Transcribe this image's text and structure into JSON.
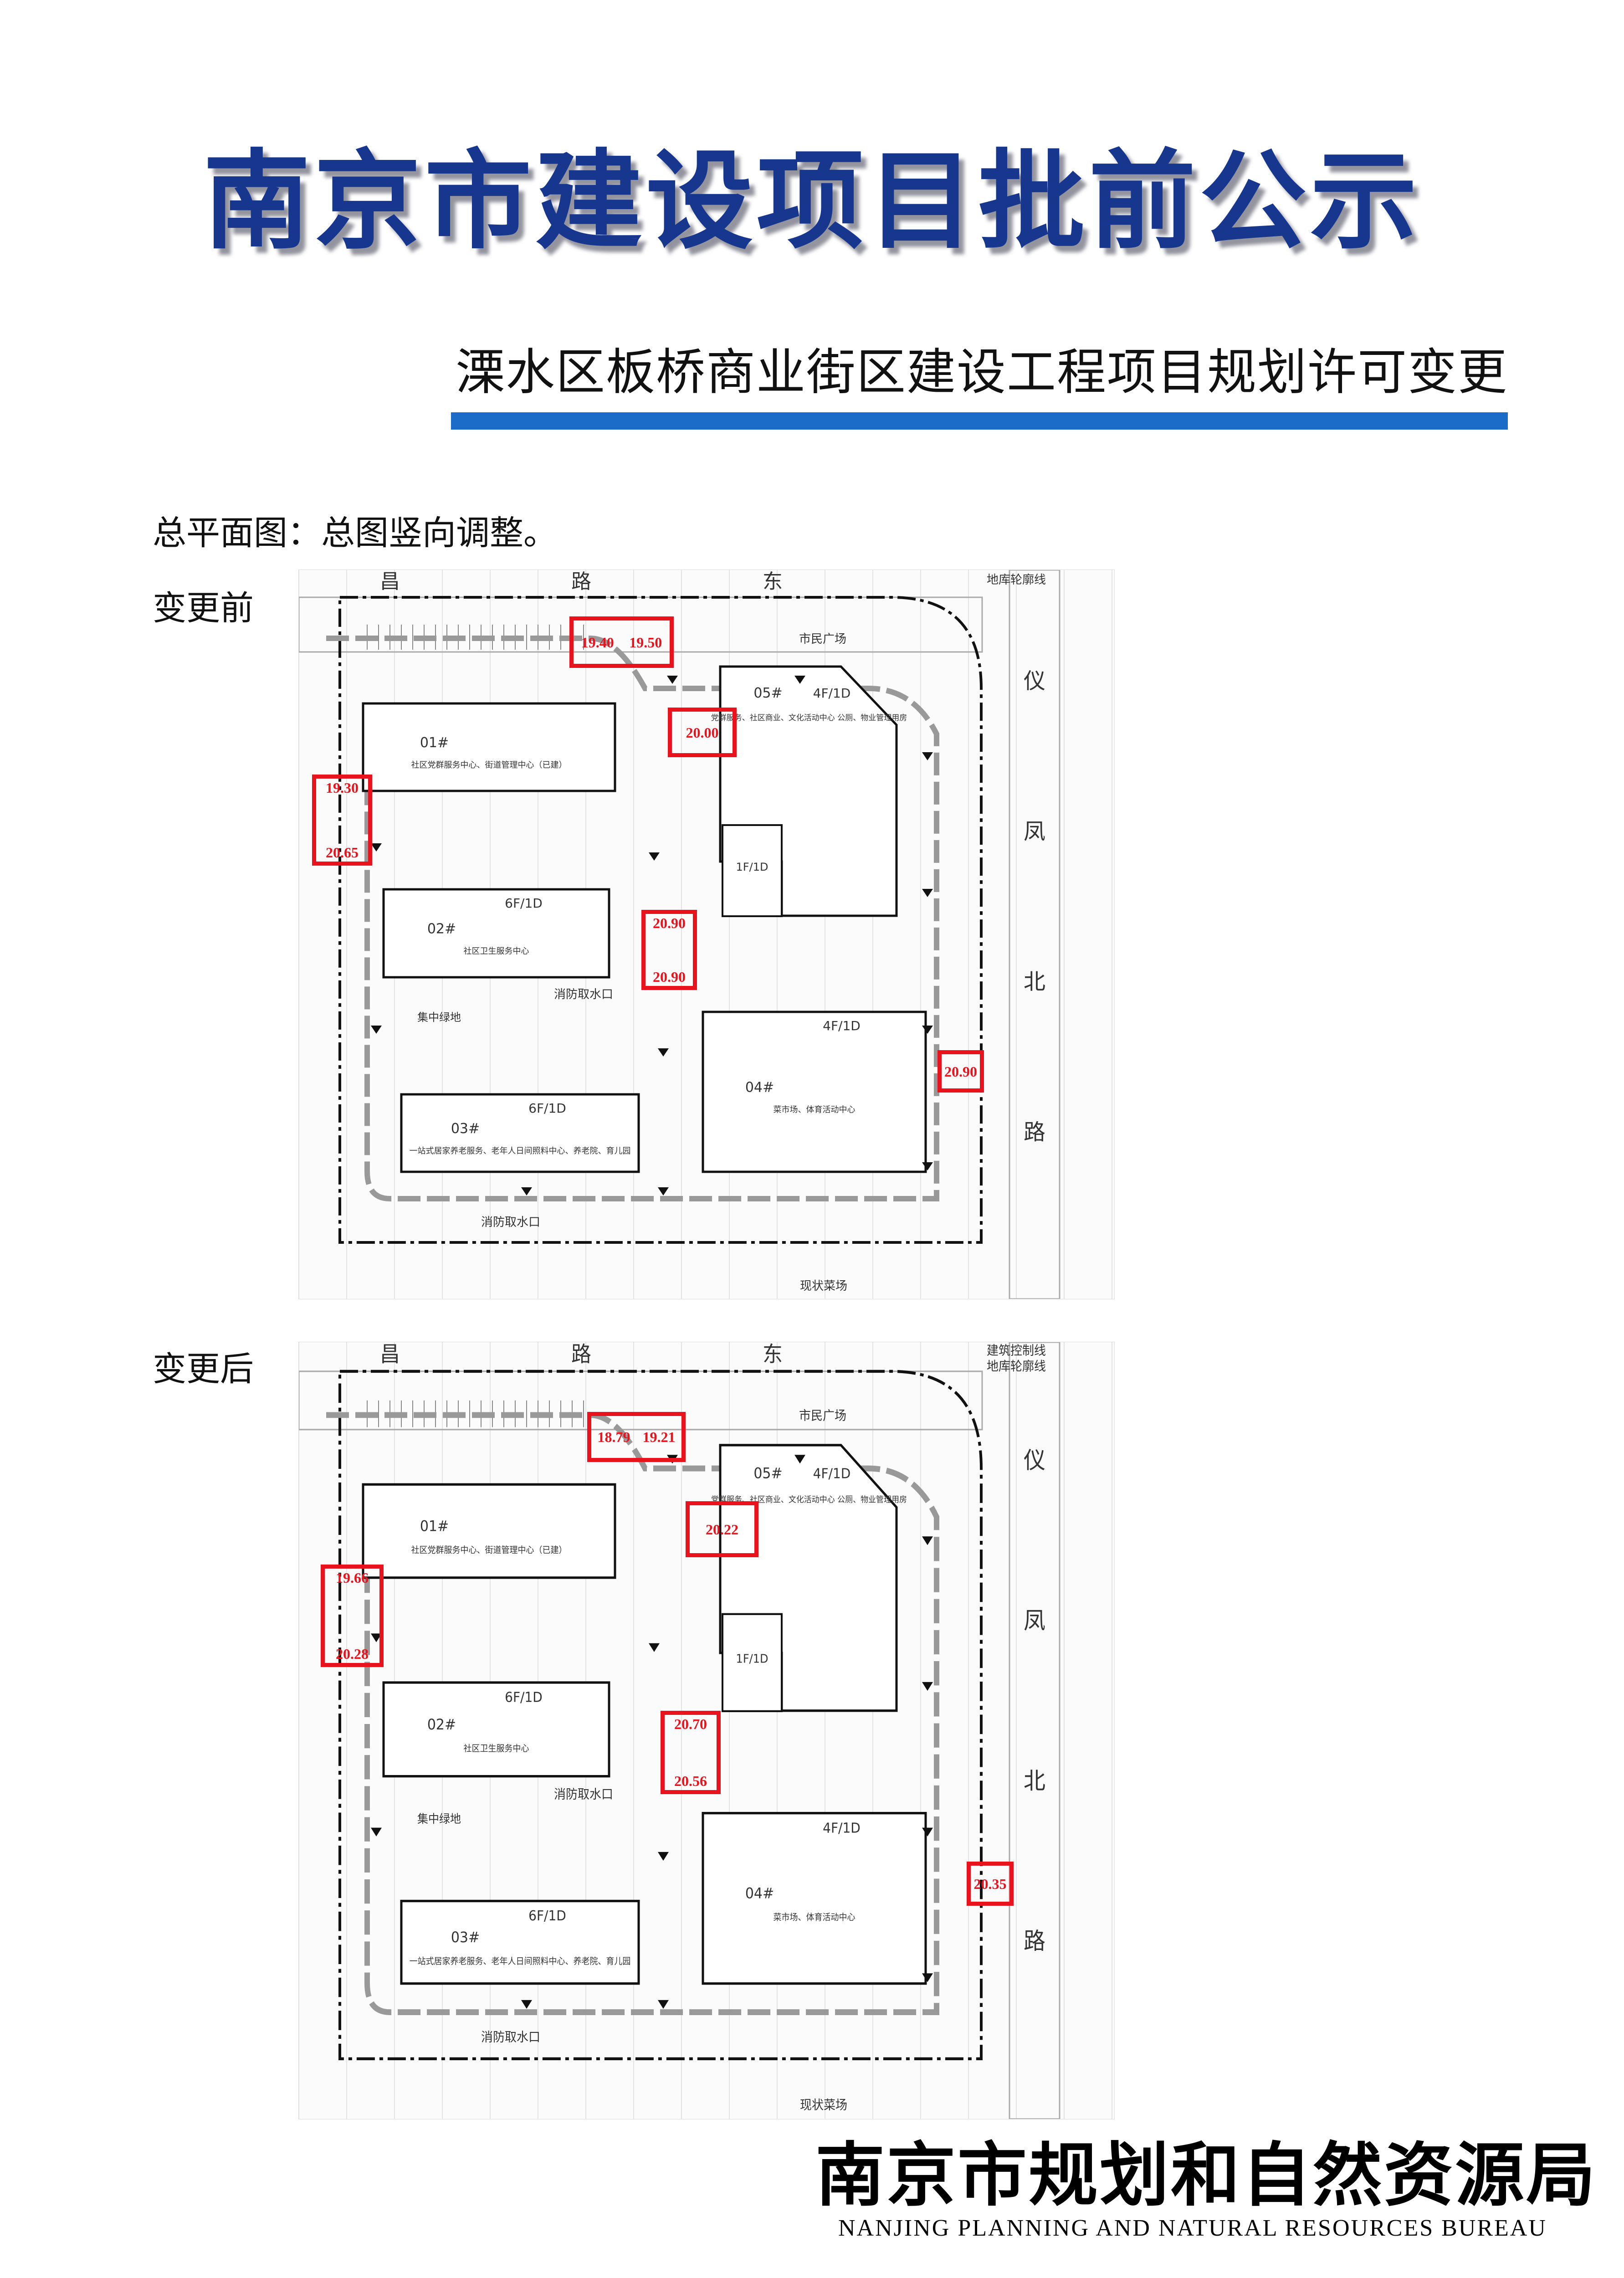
{
  "header": {
    "title": "南京市建设项目批前公示",
    "subtitle": "溧水区板桥商业街区建设工程项目规划许可变更"
  },
  "content": {
    "description": "总平面图：总图竖向调整。",
    "before_label": "变更前",
    "after_label": "变更后"
  },
  "plan_labels": {
    "b01": "01#",
    "b01_desc": "社区党群服务中心、街道管理中心（已建）",
    "b02": "02#",
    "b02_desc": "社区卫生服务中心",
    "b02_floors": "6F/1D",
    "b03": "03#",
    "b03_desc": "一站式居家养老服务、老年人日间照料中心、养老院、育儿园",
    "b03_floors": "6F/1D",
    "b04": "04#",
    "b04_desc": "菜市场、体育活动中心",
    "b04_floors": "4F/1D",
    "b05": "05#",
    "b05_desc": "党群服务、社区商业、文化活动中心 公厕、物业管理用房",
    "b05_floors": "4F/1D",
    "b1f": "1F/1D",
    "plaza": "市民广场",
    "green": "集中绿地",
    "fire_water": "消防取水口",
    "road_right": [
      "仪",
      "凤",
      "北",
      "路"
    ],
    "road_top": [
      "昌",
      "路",
      "东"
    ],
    "market": "现状菜场",
    "building_line": "建筑控制线",
    "basement_line": "地库轮廓线"
  },
  "before": {
    "boxes": [
      {
        "values": [
          "19.40",
          "19.50"
        ]
      },
      {
        "values": [
          "20.00"
        ]
      },
      {
        "values": [
          "19.30",
          "20.65"
        ]
      },
      {
        "values": [
          "20.90",
          "20.90"
        ]
      },
      {
        "values": [
          "20.90"
        ]
      }
    ]
  },
  "after": {
    "boxes": [
      {
        "values": [
          "18.79",
          "19.21"
        ]
      },
      {
        "values": [
          "20.22"
        ]
      },
      {
        "values": [
          "19.66",
          "20.28"
        ]
      },
      {
        "values": [
          "20.70",
          "20.56"
        ]
      },
      {
        "values": [
          "20.35"
        ]
      }
    ]
  },
  "footer": {
    "org_cn": "南京市规划和自然资源局",
    "org_en": "NANJING PLANNING AND NATURAL RESOURCES BUREAU"
  },
  "colors": {
    "title": "#17378f",
    "accent_bar": "#1b6cc9",
    "markup_red": "#e8131c"
  }
}
